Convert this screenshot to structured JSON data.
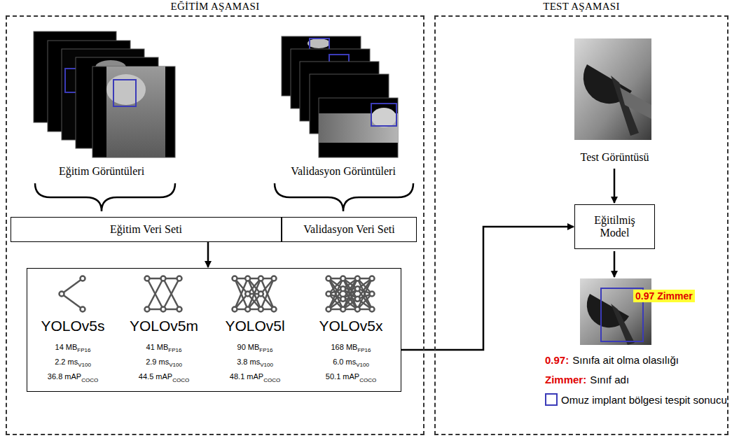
{
  "diagram": {
    "nodes": [
      {
        "text": [
          "EĞİTİM AŞAMASI"
        ]
      },
      {
        "text": [
          "Eğitim Veri Seti"
        ],
        "in": 0
      },
      {
        "text": [
          "Validasyon Veri Seti"
        ],
        "in": 0
      },
      {
        "text": [
          "YOLOv5s",
          "14 MB",
          "FP16",
          "2.2 ms",
          "V100",
          "36.8 mAP",
          "COCO",
          "YOLOv5m",
          "41 MB",
          "FP16",
          "2.9 ms",
          "V100",
          "44.5 mAP",
          "COCO",
          "YOLOv5l",
          "90 MB",
          "FP16",
          "3.8 ms",
          "V100",
          "48.1 mAP",
          "COCO",
          "YOLOv5x",
          "168 MB",
          "FP16",
          "6.0 ms",
          "V100",
          "50.1 mAP",
          "COCO"
        ],
        "in": 0
      },
      {
        "text": [
          "TEST AŞAMASI"
        ]
      },
      {
        "text": [
          "Eğitilmiş Model"
        ],
        "in": 4
      }
    ],
    "edges": [
      {
        "from": 1,
        "to": 3,
        "arrow": "to"
      },
      {
        "from": 3,
        "to": 5,
        "arrow": "to"
      }
    ],
    "labels": [
      "Eğitim Görüntüleri",
      "Validasyon Görüntüleri",
      "Test Görüntüsü",
      "0.97 Zimmer",
      "0.97:",
      "Sınıfa ait olma olasılığı",
      "Zimmer:",
      "Sınıf adı"
    ],
    "legend": [
      {
        "text": "Omuz implant bölgesi tespit sonucu"
      }
    ]
  }
}
